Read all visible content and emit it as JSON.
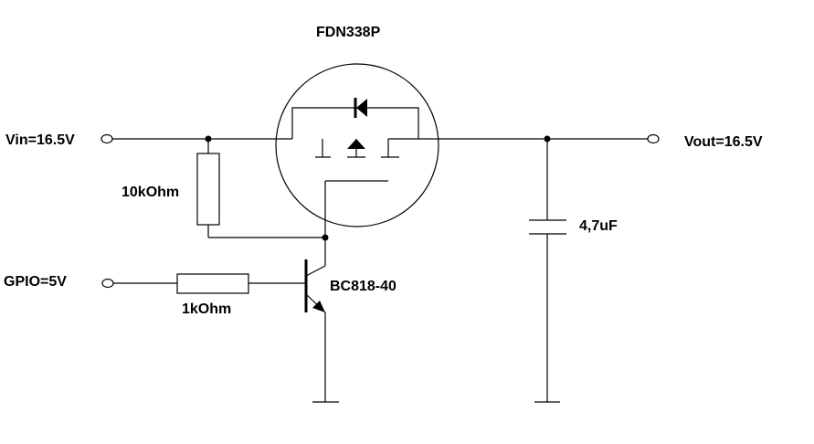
{
  "labels": {
    "mosfet": "FDN338P",
    "vin": "Vin=16.5V",
    "vout": "Vout=16.5V",
    "gpio": "GPIO=5V",
    "r_pullup": "10kOhm",
    "r_base": "1kOhm",
    "transistor": "BC818-40",
    "capacitor": "4,7uF"
  },
  "colors": {
    "line": "#000000",
    "background": "#ffffff"
  }
}
